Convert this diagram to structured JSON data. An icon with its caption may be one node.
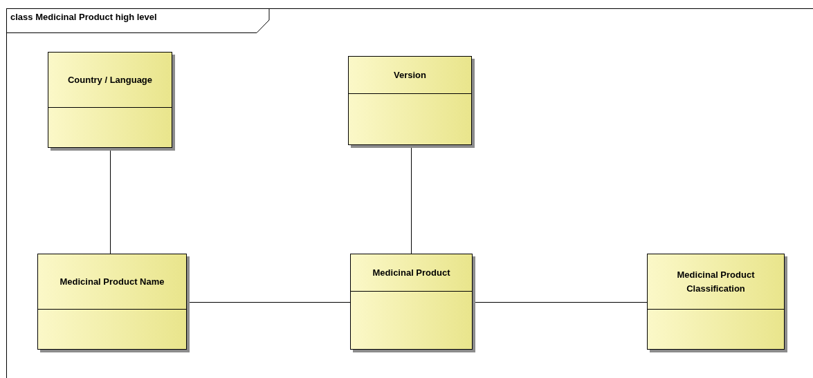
{
  "diagram": {
    "title": "class Medicinal Product high level",
    "nodes": [
      {
        "text": [
          "Country / Language"
        ]
      },
      {
        "text": [
          "Version"
        ]
      },
      {
        "text": [
          "Medicinal Product Name"
        ]
      },
      {
        "text": [
          "Medicinal Product"
        ]
      },
      {
        "text": [
          "Medicinal Product Classification"
        ]
      }
    ],
    "edges": [
      {
        "from": 0,
        "to": 2,
        "arrow": "none"
      },
      {
        "from": 1,
        "to": 3,
        "arrow": "none"
      },
      {
        "from": 2,
        "to": 3,
        "arrow": "none"
      },
      {
        "from": 3,
        "to": 4,
        "arrow": "none"
      }
    ]
  }
}
